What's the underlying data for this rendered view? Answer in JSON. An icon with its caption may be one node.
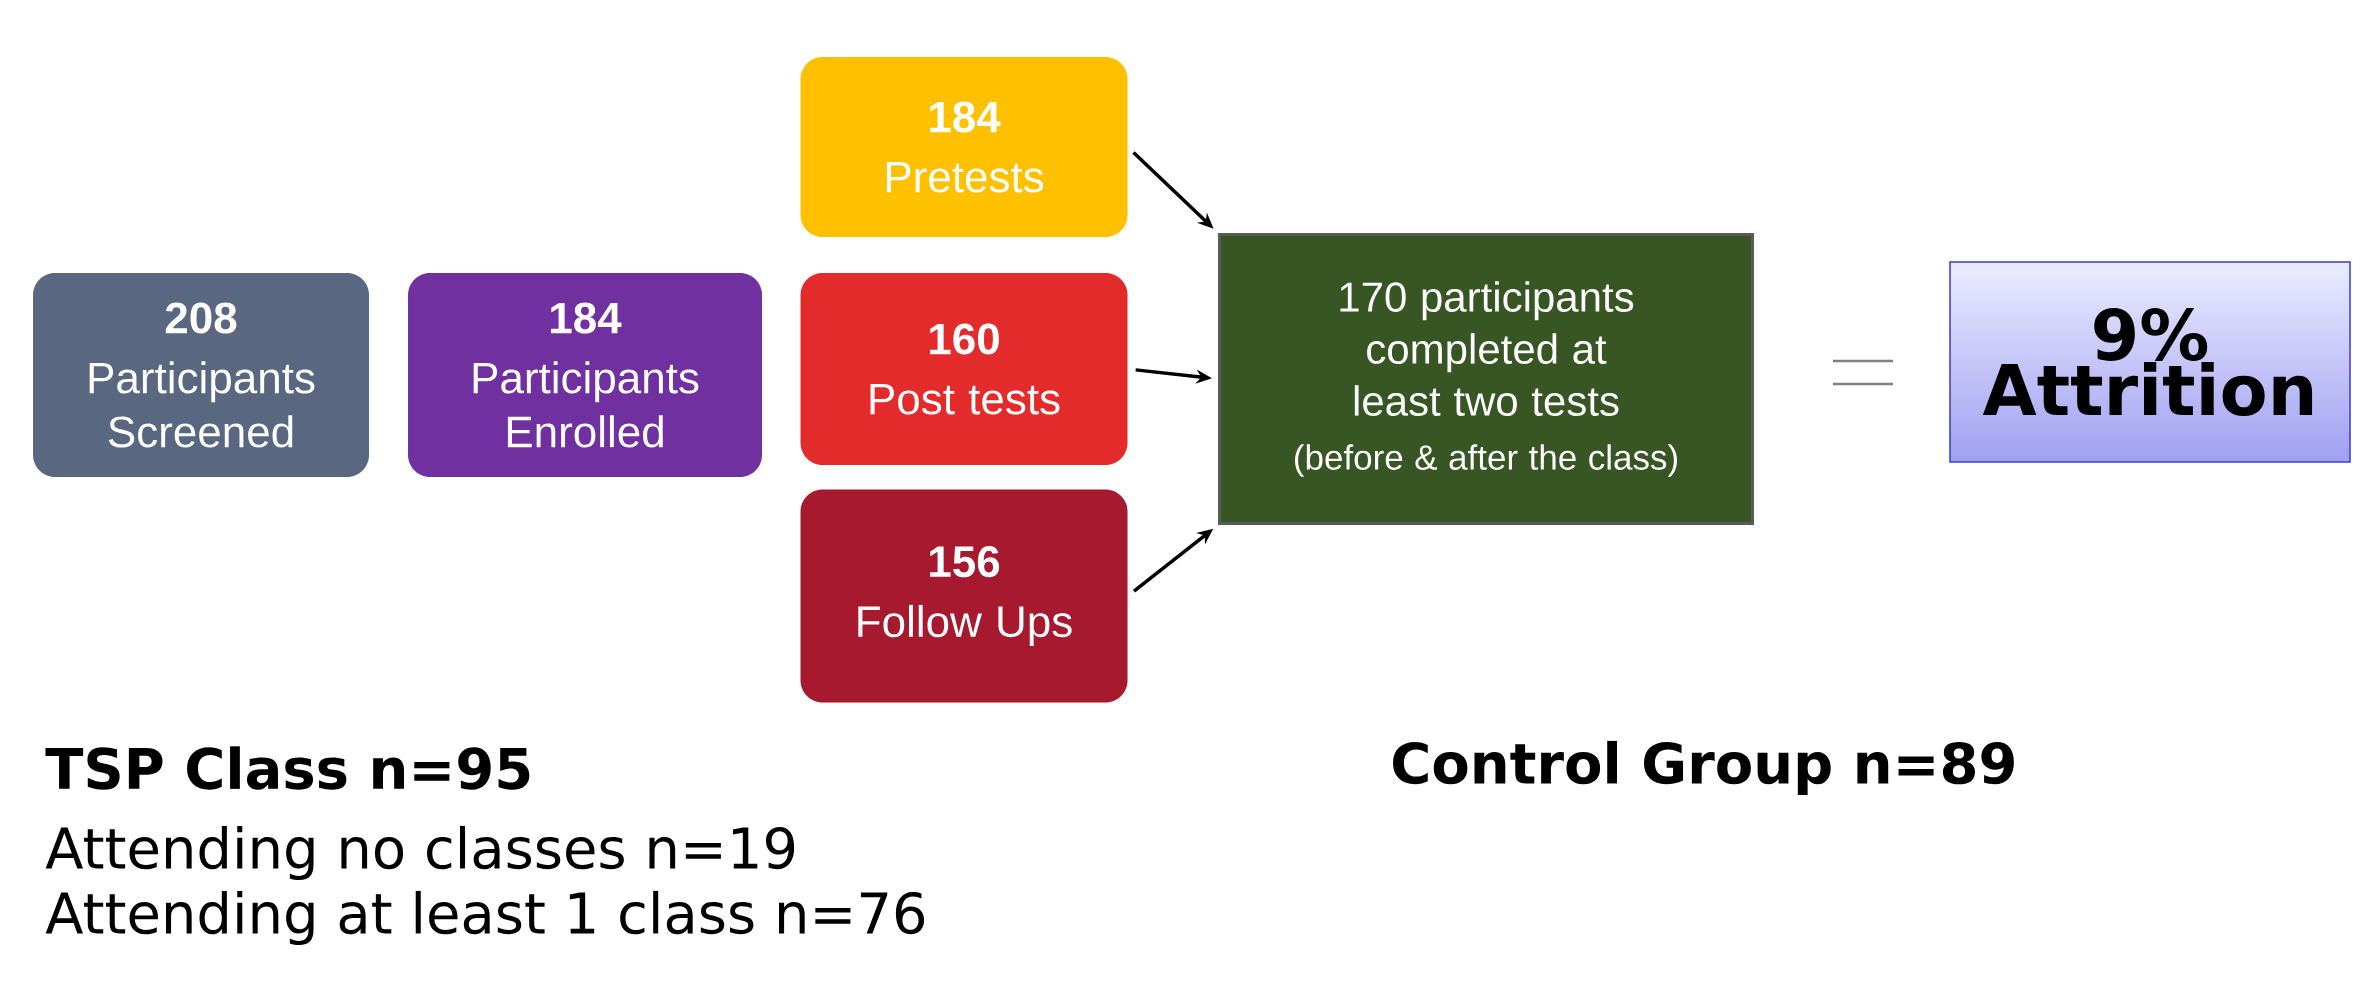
{
  "diagram": {
    "nodes": [
      {
        "text": [
          "208",
          "Participants Screened"
        ]
      },
      {
        "text": [
          "184",
          "Participants Enrolled"
        ]
      },
      {
        "text": [
          "184",
          "Pretests"
        ]
      },
      {
        "text": [
          "160",
          "Post tests"
        ]
      },
      {
        "text": [
          "156",
          "Follow Ups"
        ]
      },
      {
        "text": [
          "170 participants completed at least two tests",
          "(before & after the class)"
        ]
      },
      {
        "text": [
          "9% Attrition"
        ]
      }
    ],
    "edges": [
      {
        "from": 2,
        "to": 5,
        "arrow": "to"
      },
      {
        "from": 3,
        "to": 5,
        "arrow": "to"
      },
      {
        "from": 4,
        "to": 5,
        "arrow": "to"
      }
    ],
    "labels": [
      "TSP Class n=95",
      "Control Group n=89",
      "Attending no classes n=19",
      "Attending at least 1 class n=76"
    ]
  }
}
